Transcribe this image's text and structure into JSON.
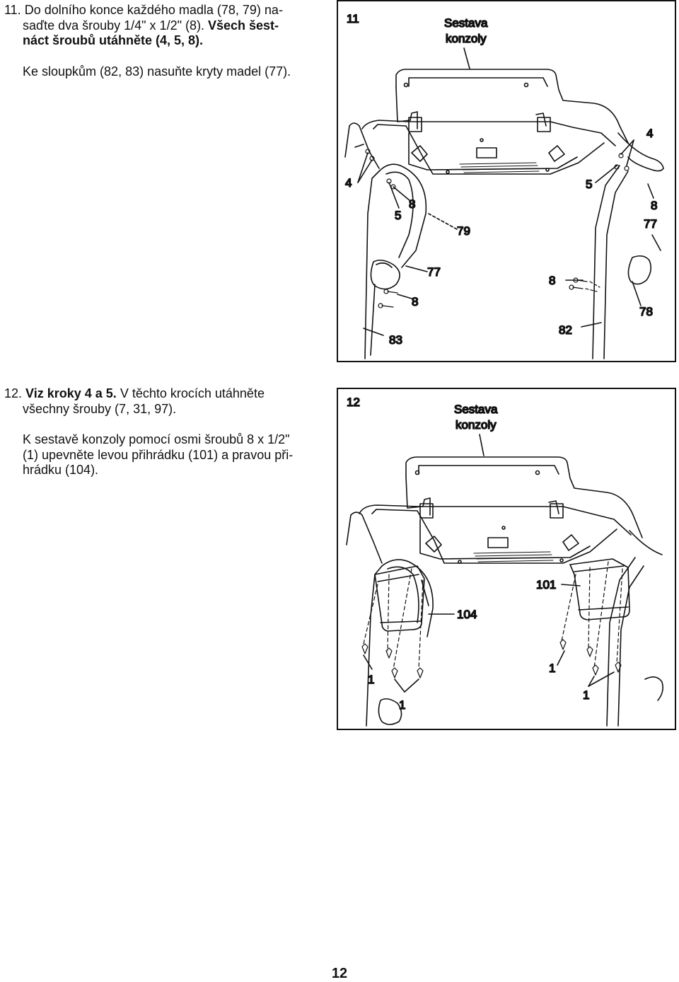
{
  "step11": {
    "number": "11.",
    "line1": "Do dolního konce každého madla (78, 79) na-",
    "line2_plain": "saďte dva šrouby 1/4\" x 1/2\" (8).",
    "line2_bold": "Všech šest-",
    "line3_bold": "náct šroubů utáhněte (4, 5, 8).",
    "para2": "Ke sloupkům (82, 83) nasuňte kryty madel (77)."
  },
  "figure11": {
    "step_number": "11",
    "title_line1": "Sestava",
    "title_line2": "konzoly",
    "callouts": {
      "c4_right": "4",
      "c4_left": "4",
      "c5_left": "5",
      "c8_top": "8",
      "c79": "79",
      "c5_right": "5",
      "c8_right": "8",
      "c77_right": "77",
      "c77_left": "77",
      "c8_midright": "8",
      "c8_left": "8",
      "c78": "78",
      "c83": "83",
      "c82": "82"
    }
  },
  "step12": {
    "number": "12.",
    "bold_ref": "Viz kroky 4 a 5.",
    "line1_rest": "V těchto krocích utáhněte",
    "line2": "všechny šrouby (7, 31, 97).",
    "para2_line1": "K sestavě konzoly pomocí osmi šroubů 8 x 1/2\"",
    "para2_line2": "(1) upevněte levou přihrádku (101) a pravou při-",
    "para2_line3": "hrádku (104)."
  },
  "figure12": {
    "step_number": "12",
    "title_line1": "Sestava",
    "title_line2": "konzoly",
    "callouts": {
      "c101": "101",
      "c104": "104",
      "c1_a": "1",
      "c1_b": "1",
      "c1_c": "1",
      "c1_d": "1"
    }
  },
  "page": {
    "number": "12"
  }
}
